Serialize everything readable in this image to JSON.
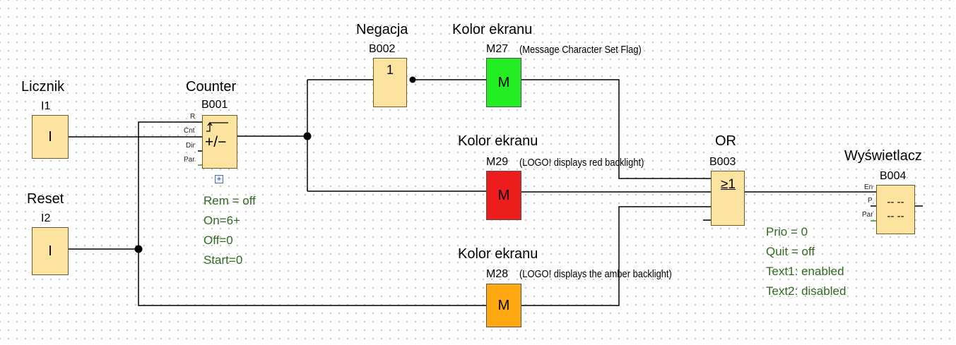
{
  "blocks": {
    "i1": {
      "title": "Licznik",
      "id": "I1",
      "symbol": "I"
    },
    "i2": {
      "title": "Reset",
      "id": "I2",
      "symbol": "I"
    },
    "b001": {
      "title": "Counter",
      "id": "B001",
      "symbol": "+/−",
      "pins": {
        "r": "R",
        "cnt": "Cnt",
        "dir": "Dir",
        "par": "Par"
      },
      "expand": "+",
      "params": [
        "Rem = off",
        "On=6+",
        "Off=0",
        "Start=0"
      ]
    },
    "b002": {
      "title": "Negacja",
      "id": "B002",
      "symbol": "1"
    },
    "m27": {
      "title": "Kolor ekranu",
      "id": "M27",
      "symbol": "M",
      "note": "(Message Character Set Flag)",
      "color": "#22ee22"
    },
    "m29": {
      "title": "Kolor ekranu",
      "id": "M29",
      "symbol": "M",
      "note": "(LOGO! displays red backlight)",
      "color": "#ee1d1d"
    },
    "m28": {
      "title": "Kolor ekranu",
      "id": "M28",
      "symbol": "M",
      "note": "(LOGO! displays the amber backlight)",
      "color": "#ffa812"
    },
    "b003": {
      "title": "OR",
      "id": "B003",
      "symbol": "≥1"
    },
    "b004": {
      "title": "Wyświetlacz",
      "id": "B004",
      "symbol_top": "-- --",
      "symbol_bottom": "-- --",
      "pins": {
        "en": "En",
        "p": "P",
        "par": "Par"
      },
      "params": [
        "Prio = 0",
        "Quit = off",
        "Text1: enabled",
        "Text2: disabled"
      ]
    }
  },
  "colors": {
    "block_fill": "#fde3a0",
    "param_text": "#2e6b1e"
  }
}
